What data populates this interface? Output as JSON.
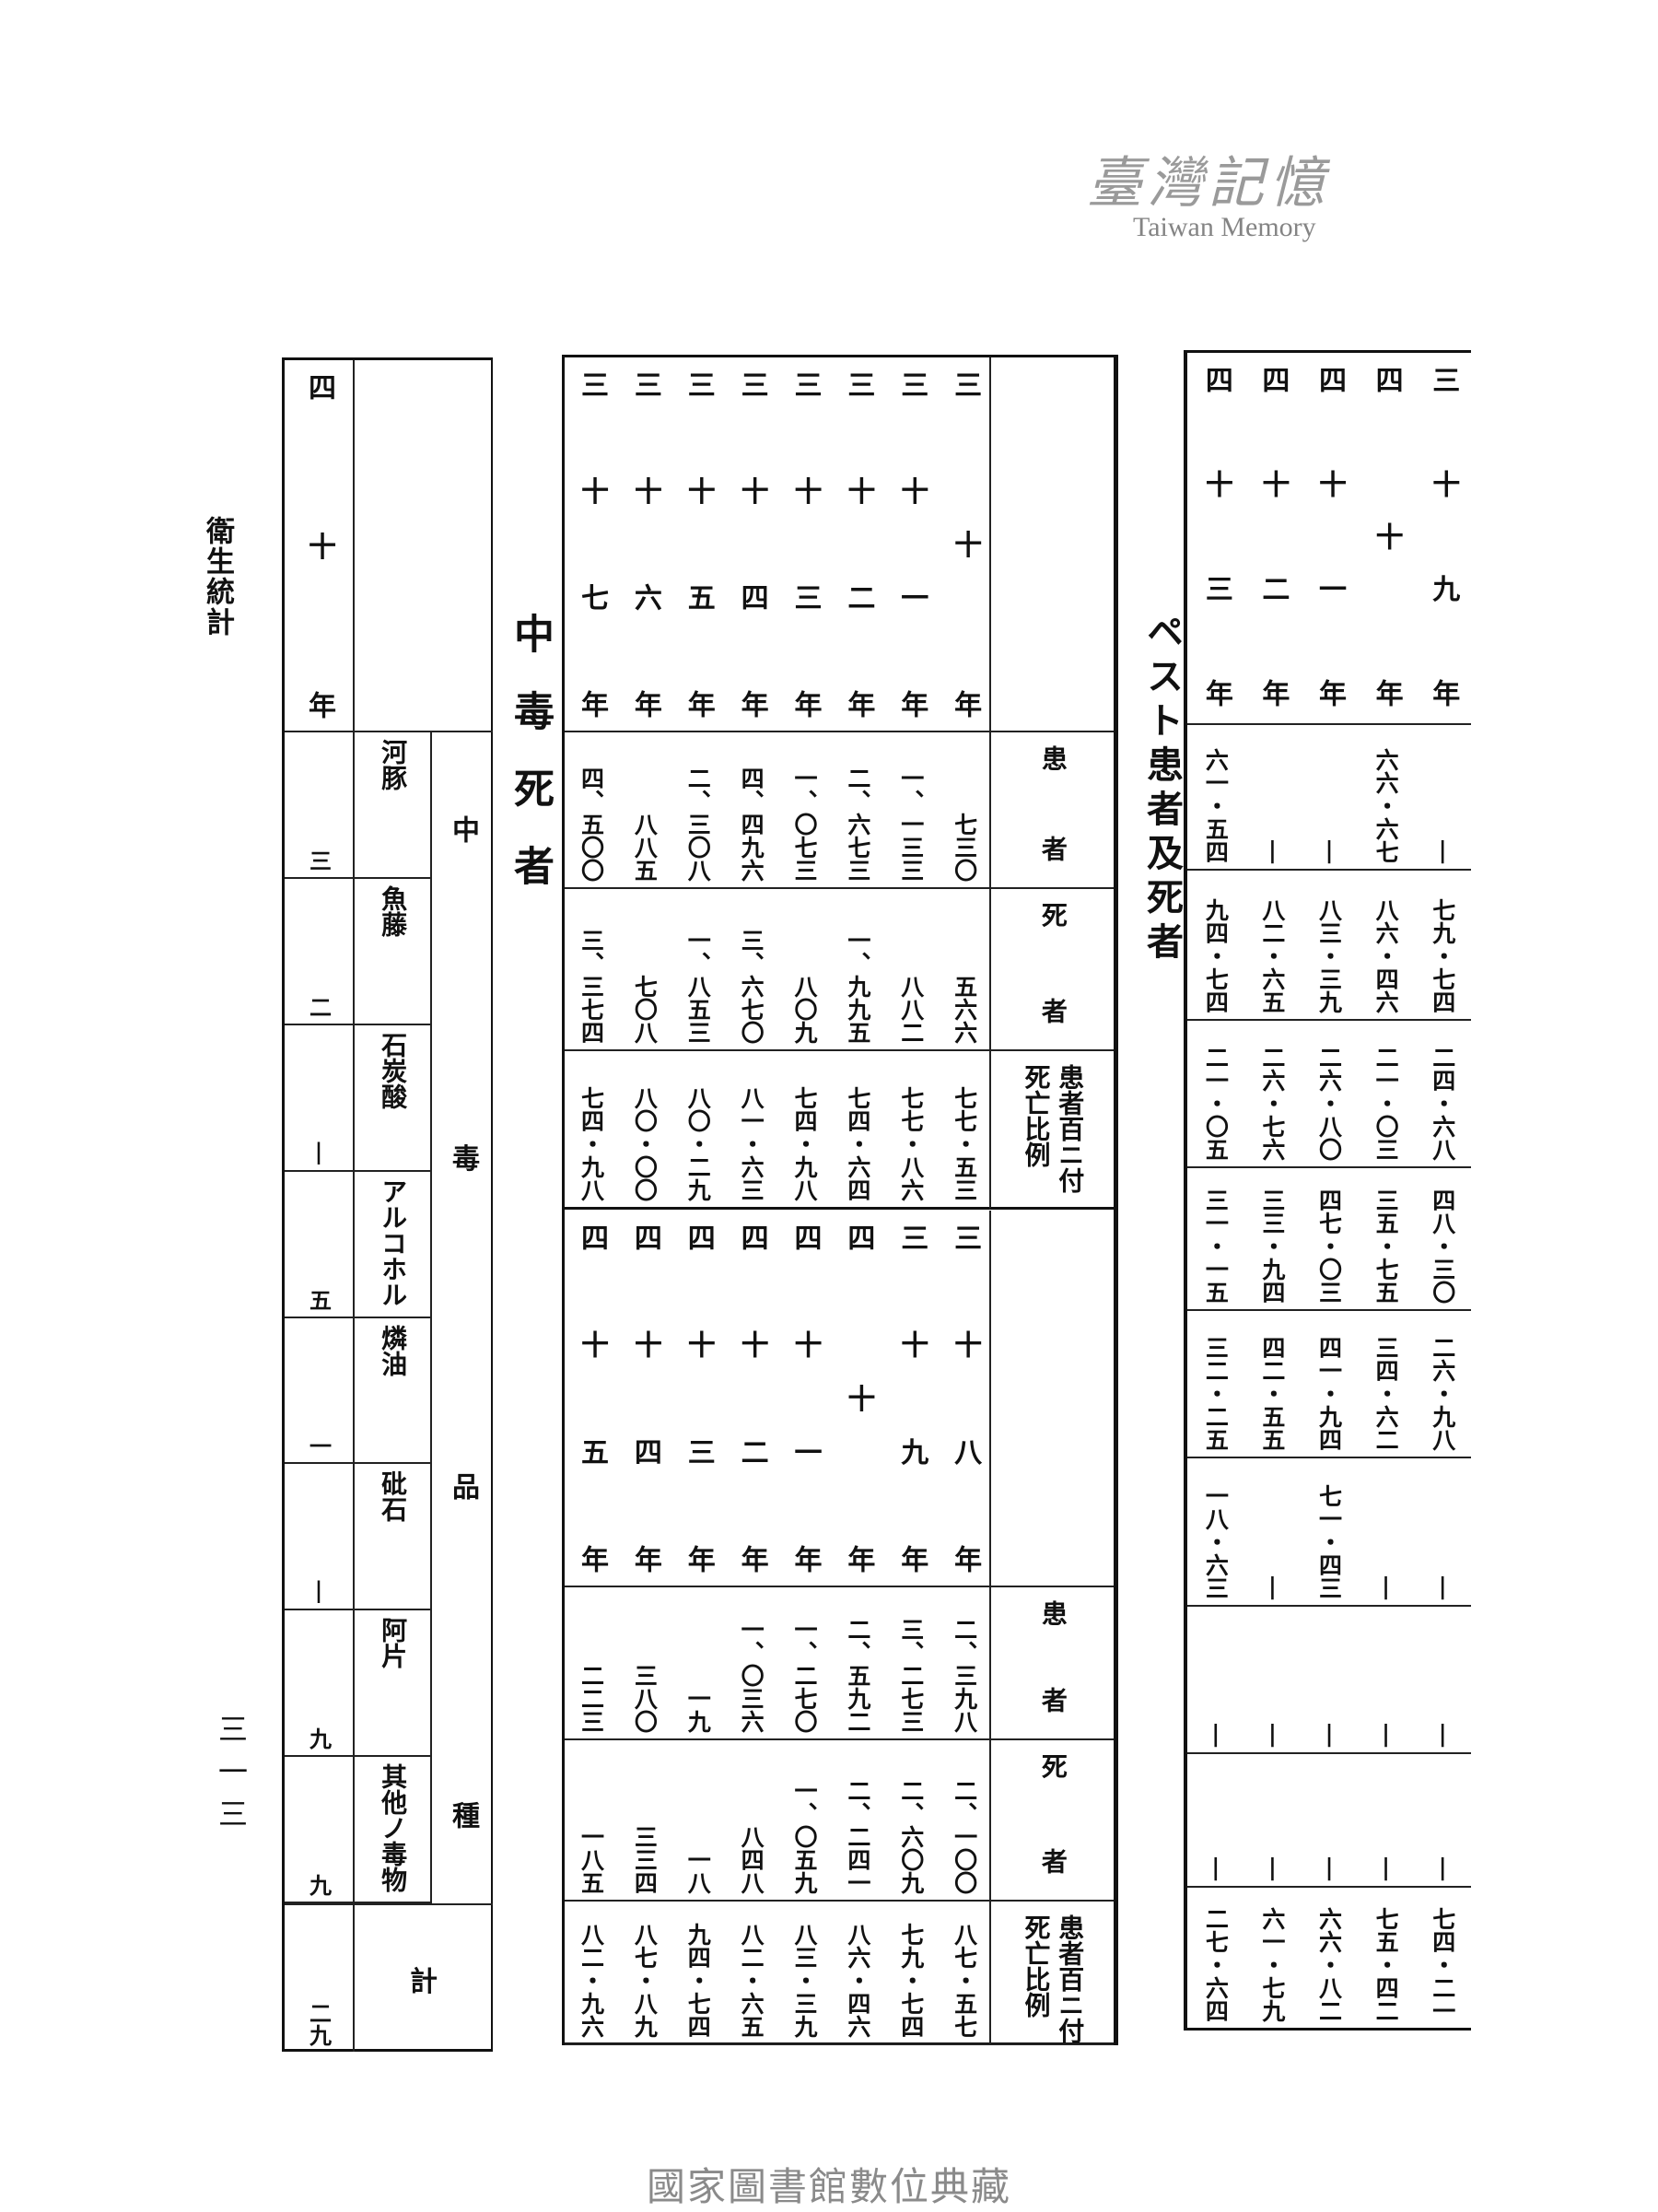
{
  "margin_header": "衛生統計",
  "page_number": "三一三",
  "poisoning": {
    "title": "中毒死者",
    "year_header": "四十年",
    "category_header": "中毒品種",
    "total_label": "計",
    "rows": [
      {
        "type": "河豚",
        "value": "三"
      },
      {
        "type": "魚藤",
        "value": "二"
      },
      {
        "type": "石炭酸",
        "value": "|"
      },
      {
        "type": "アルコホル",
        "value": "五"
      },
      {
        "type": "燐油",
        "value": "一"
      },
      {
        "type": "砒石",
        "value": "|"
      },
      {
        "type": "阿片",
        "value": "九"
      },
      {
        "type": "其他ノ毒物",
        "value": "九"
      }
    ],
    "total_value": "二九"
  },
  "plague": {
    "title": "ペスト患者及死者",
    "header": {
      "patients": "患者",
      "deaths": "死者",
      "ratio_main": "死亡比例",
      "ratio_sub": "患者百ニ付"
    },
    "upper": {
      "years": [
        "三十年",
        "三十一年",
        "三十二年",
        "三十三年",
        "三十四年",
        "三十五年",
        "三十六年",
        "三十七年"
      ],
      "patients": [
        "七三〇",
        "一、一三三",
        "二、六七三",
        "一、〇七三",
        "四、四九六",
        "二、三〇八",
        "八八五",
        "四、五〇〇"
      ],
      "deaths": [
        "五六六",
        "八八二",
        "一、九九五",
        "八〇九",
        "三、六七〇",
        "一、八五三",
        "七〇八",
        "三、三七四"
      ],
      "ratios": [
        "七七・五三",
        "七七・八六",
        "七四・六四",
        "七四・九八",
        "八一・六三",
        "八〇・二九",
        "八〇・〇〇",
        "七四・九八"
      ]
    },
    "lower": {
      "years": [
        "三十八年",
        "三十九年",
        "四十年",
        "四十一年",
        "四十二年",
        "四十三年",
        "四十四年",
        "四十五年"
      ],
      "patients": [
        "二、三九八",
        "三、二七三",
        "二、五九二",
        "一、二七〇",
        "一、〇三六",
        "一九",
        "三八〇",
        "二二三"
      ],
      "deaths": [
        "二、一〇〇",
        "二、六〇九",
        "二、二四一",
        "一、〇五九",
        "八四八",
        "一八",
        "三三四",
        "一八五"
      ],
      "ratios": [
        "八七・五七",
        "七九・七四",
        "八六・四六",
        "八三・三九",
        "八二・六五",
        "九四・七四",
        "八七・八九",
        "八二・九六"
      ]
    }
  },
  "continued_table": {
    "years": [
      "三十九年",
      "四十年",
      "四十一年",
      "四十二年",
      "四十三年"
    ],
    "rows": [
      [
        "|",
        "六六・六七",
        "|",
        "|",
        "六一・五四"
      ],
      [
        "七九・七四",
        "八六・四六",
        "八三・三九",
        "八二・六五",
        "九四・七四"
      ],
      [
        "二四・六八",
        "二一・〇三",
        "二六・八〇",
        "二六・七六",
        "二一・〇五"
      ],
      [
        "四八・三〇",
        "三五・七五",
        "四七・〇三",
        "三三・九四",
        "三一・一五"
      ],
      [
        "二六・九八",
        "三四・六二",
        "四一・九四",
        "四二・五五",
        "三二・二五"
      ],
      [
        "|",
        "|",
        "七一・四三",
        "|",
        "一八・六三"
      ],
      [
        "|",
        "|",
        "|",
        "|",
        "|"
      ],
      [
        "|",
        "|",
        "|",
        "|",
        "|"
      ],
      [
        "七四・二一",
        "七五・四二",
        "六六・八二",
        "六一・七九",
        "二七・六四"
      ]
    ]
  },
  "watermark": {
    "cn": "臺灣記憶",
    "en": "Taiwan Memory"
  },
  "footer": "國家圖書館數位典藏"
}
